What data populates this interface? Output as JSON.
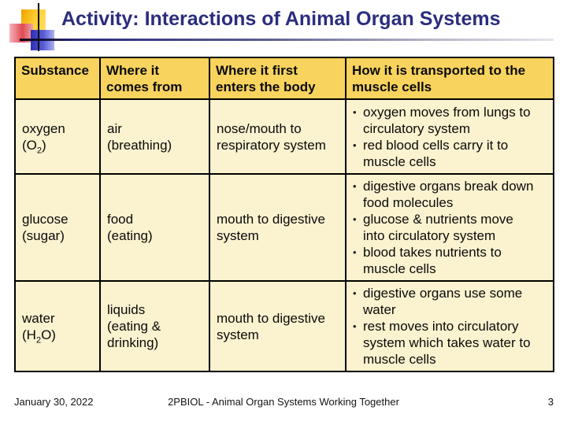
{
  "slide": {
    "title": "Activity: Interactions of Animal Organ Systems",
    "footer": {
      "date": "January 30, 2022",
      "center": "2PBIOL - Animal Organ Systems Working Together",
      "page_number": "3"
    }
  },
  "colors": {
    "title_text": "#2b2d7e",
    "header_bg": "#f8d35e",
    "cell_bg": "#fbf2cf",
    "table_border": "#000000",
    "logo_yellow": "#ffcf33",
    "logo_pink": "#e04a52",
    "logo_blue": "#2d2db4"
  },
  "table": {
    "headers": [
      "Substance",
      "Where it\ncomes from",
      "Where it first\nenters the body",
      "How it is transported to the\nmuscle cells"
    ],
    "rows": [
      {
        "substance_name": "oxygen",
        "formula_pre": "(O",
        "formula_sub": "2",
        "formula_post": ")",
        "source": "air\n(breathing)",
        "entry": "nose/mouth to\nrespiratory system",
        "transport": [
          "oxygen moves from lungs to\ncirculatory system",
          "red blood cells carry it to\nmuscle cells"
        ]
      },
      {
        "substance_name": "glucose",
        "formula_pre": "(sugar",
        "formula_sub": "",
        "formula_post": ")",
        "source": "food\n(eating)",
        "entry": "mouth to digestive\nsystem",
        "transport": [
          "digestive organs break down\nfood molecules",
          "glucose & nutrients move\ninto circulatory system",
          "blood takes nutrients to\nmuscle cells"
        ]
      },
      {
        "substance_name": "water",
        "formula_pre": "(H",
        "formula_sub": "2",
        "formula_post": "O)",
        "source": "liquids\n(eating &\ndrinking)",
        "entry": "mouth to digestive\nsystem",
        "transport": [
          "digestive organs use some\nwater",
          "rest moves into circulatory\nsystem which takes water to\nmuscle cells"
        ]
      }
    ]
  }
}
